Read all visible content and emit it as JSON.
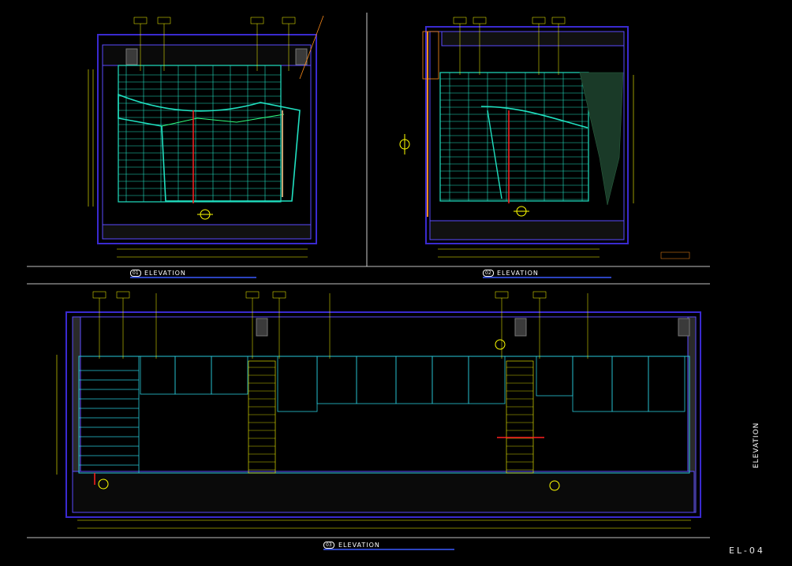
{
  "elevations": [
    {
      "number": "01",
      "label": "ELEVATION"
    },
    {
      "number": "02",
      "label": "ELEVATION"
    },
    {
      "number": "03",
      "label": "ELEVATION"
    }
  ],
  "sheet_title": "ELEVATION",
  "sheet_number": "EL-04",
  "colors": {
    "background": "#000000",
    "frame": "#3a2ad0",
    "wall": "#5a4aff",
    "glass": "#20e0c0",
    "cyan": "#28c8d8",
    "dim": "#ffff00",
    "red": "#ff2020",
    "orange": "#ff8c1a",
    "white": "#ffffff"
  }
}
